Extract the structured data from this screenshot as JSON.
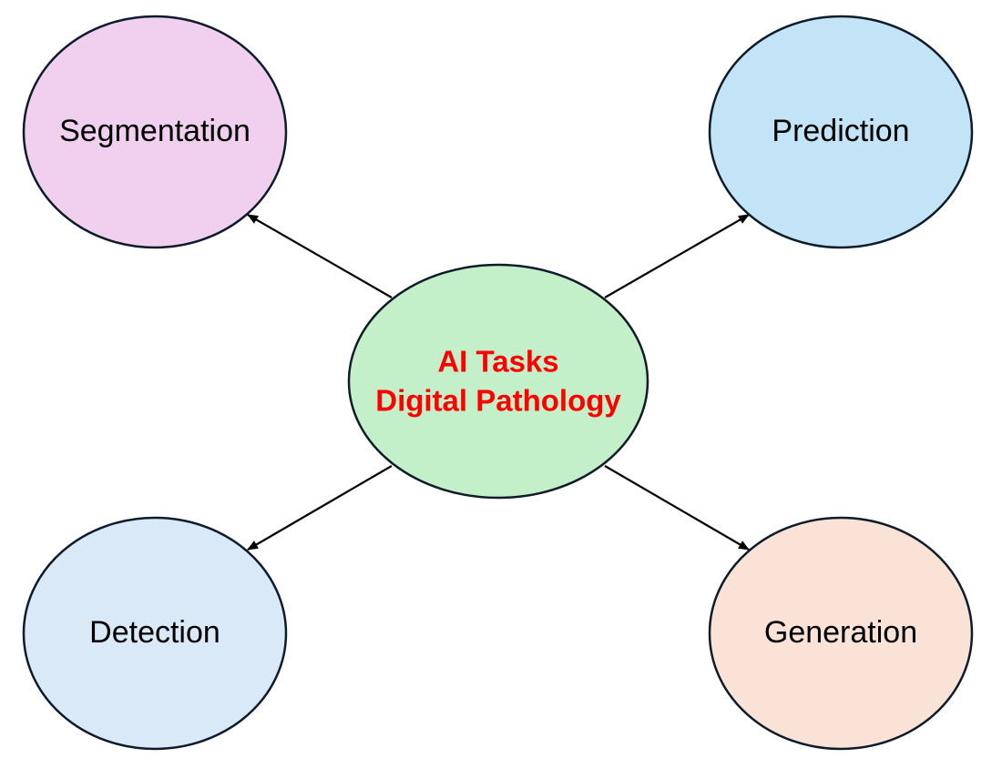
{
  "center": {
    "line1": "AI Tasks",
    "line2": "Digital Pathology",
    "fill": "#c3f0c8",
    "text_color": "#ff0000"
  },
  "nodes": [
    {
      "id": "segmentation",
      "label": "Segmentation",
      "fill": "#f1cfee"
    },
    {
      "id": "prediction",
      "label": "Prediction",
      "fill": "#c2e4f6"
    },
    {
      "id": "detection",
      "label": "Detection",
      "fill": "#d9e9f7"
    },
    {
      "id": "generation",
      "label": "Generation",
      "fill": "#fae3d6"
    }
  ],
  "colors": {
    "stroke": "#0d1b2a",
    "arrow": "#000000",
    "background": "#ffffff"
  }
}
